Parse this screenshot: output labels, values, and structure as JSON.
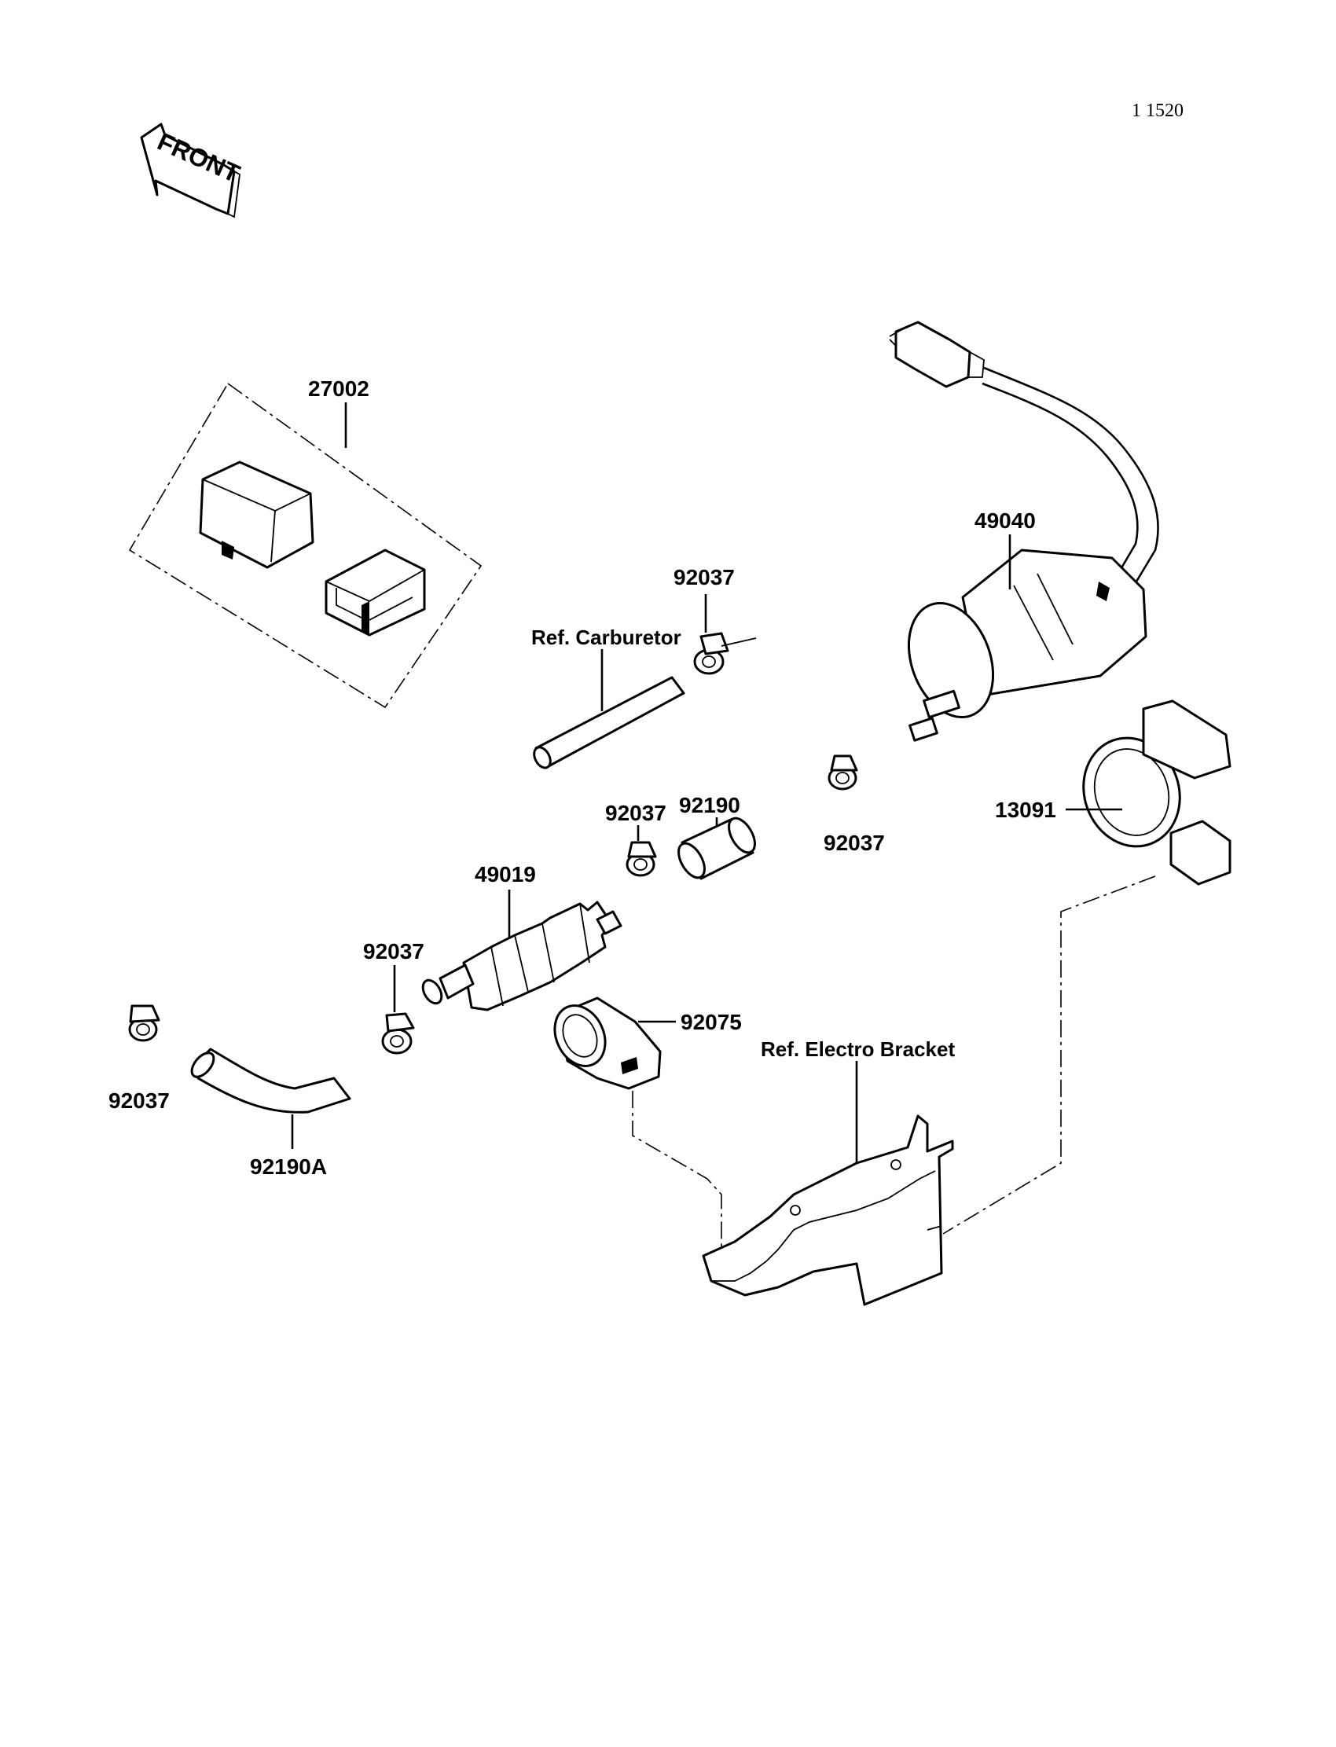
{
  "drawing_code": "1 1520",
  "front_arrow_label": "FRONT",
  "parts": {
    "relay": "27002",
    "fuel_pump": "49040",
    "clamp_top": "92037",
    "ref_carburetor": "Ref. Carburetor",
    "clamp_pump_outlet": "92037",
    "pump_bracket": "13091",
    "clamp_filter_out": "92037",
    "hose_short": "92190",
    "fuel_filter": "49019",
    "clamp_filter_in": "92037",
    "filter_holder": "92075",
    "ref_electro_bracket": "Ref. Electro Bracket",
    "clamp_left": "92037",
    "hose_bent": "92190A"
  }
}
